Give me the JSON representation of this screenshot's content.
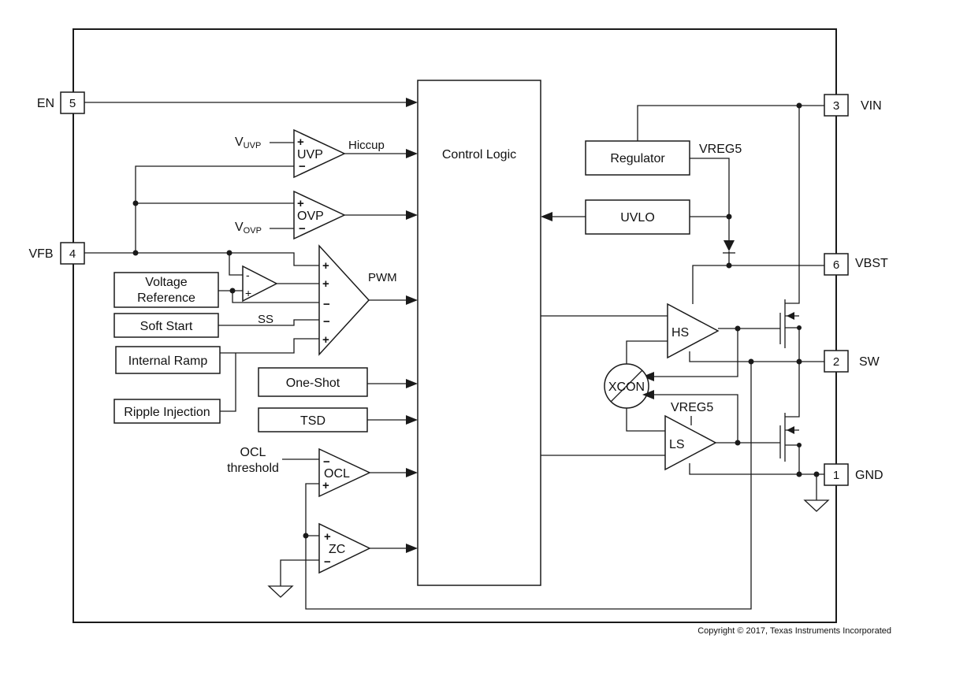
{
  "pins": {
    "en": {
      "name": "EN",
      "num": "5"
    },
    "vfb": {
      "name": "VFB",
      "num": "4"
    },
    "vin": {
      "name": "VIN",
      "num": "3"
    },
    "vbst": {
      "name": "VBST",
      "num": "6"
    },
    "sw": {
      "name": "SW",
      "num": "2"
    },
    "gnd": {
      "name": "GND",
      "num": "1"
    }
  },
  "blocks": {
    "control_logic": "Control Logic",
    "regulator": "Regulator",
    "uvlo": "UVLO",
    "voltage_reference_l1": "Voltage",
    "voltage_reference_l2": "Reference",
    "soft_start": "Soft Start",
    "internal_ramp": "Internal Ramp",
    "ripple_injection": "Ripple Injection",
    "one_shot": "One-Shot",
    "tsd": "TSD",
    "xcon": "XCON"
  },
  "comparators": {
    "uvp": "UVP",
    "ovp": "OVP",
    "ocl": "OCL",
    "zc": "ZC",
    "hs": "HS",
    "ls": "LS"
  },
  "labels": {
    "vuvp_main": "V",
    "vuvp_sub": "UVP",
    "vovp_main": "V",
    "vovp_sub": "OVP",
    "hiccup": "Hiccup",
    "pwm": "PWM",
    "ss": "SS",
    "vreg5_top": "VREG5",
    "vreg5_ls": "VREG5",
    "ocl_thresh_l1": "OCL",
    "ocl_thresh_l2": "threshold"
  },
  "copyright": "Copyright © 2017, Texas Instruments Incorporated"
}
